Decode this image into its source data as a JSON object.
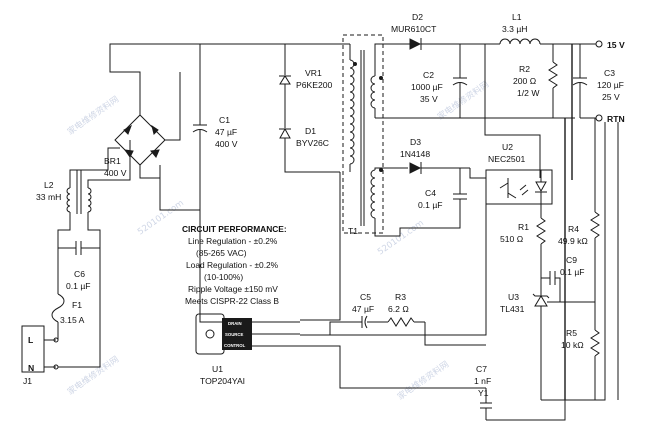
{
  "labels": {
    "d2_ref": "D2",
    "d2_val": "MUR610CT",
    "l1_ref": "L1",
    "l1_val": "3.3 µH",
    "out_15v": "15 V",
    "out_rtn": "RTN",
    "vr1_ref": "VR1",
    "vr1_val": "P6KE200",
    "d1_ref": "D1",
    "d1_val": "BYV26C",
    "c1_ref": "C1",
    "c1_val1": "47 µF",
    "c1_val2": "400 V",
    "c2_ref": "C2",
    "c2_val1": "1000 µF",
    "c2_val2": "35 V",
    "r2_ref": "R2",
    "r2_val1": "200 Ω",
    "r2_val2": "1/2 W",
    "c3_ref": "C3",
    "c3_val1": "120 µF",
    "c3_val2": "25 V",
    "br1_ref": "BR1",
    "br1_val": "400 V",
    "l2_ref": "L2",
    "l2_val": "33 mH",
    "d3_ref": "D3",
    "d3_val": "1N4148",
    "u2_ref": "U2",
    "u2_val": "NEC2501",
    "c4_ref": "C4",
    "c4_val": "0.1 µF",
    "t1_ref": "T1",
    "r1_ref": "R1",
    "r1_val": "510 Ω",
    "r4_ref": "R4",
    "r4_val": "49.9 kΩ",
    "c9_ref": "C9",
    "c9_val": "0.1 µF",
    "c6_ref": "C6",
    "c6_val": "0.1 µF",
    "f1_ref": "F1",
    "f1_val": "3.15 A",
    "c5_ref": "C5",
    "c5_val": "47 µF",
    "r3_ref": "R3",
    "r3_val": "6.2 Ω",
    "u3_ref": "U3",
    "u3_val": "TL431",
    "r5_ref": "R5",
    "r5_val": "10 kΩ",
    "u1_ref": "U1",
    "u1_val": "TOP204YAI",
    "c7_ref": "C7",
    "c7_val1": "1 nF",
    "c7_val2": "Y1",
    "j1_ref": "J1",
    "pin_l": "L",
    "pin_n": "N",
    "ic_drain": "DRAIN",
    "ic_source": "SOURCE",
    "ic_control": "CONTROL"
  },
  "performance": {
    "title": "CIRCUIT PERFORMANCE:",
    "lines": [
      "Line Regulation - ±0.2%",
      "(85-265 VAC)",
      "Load Regulation - ±0.2%",
      "(10-100%)",
      "Ripple Voltage ±150 mV",
      "Meets CISPR-22 Class B"
    ]
  },
  "watermark": {
    "cn_text": "家电维修资料网",
    "url_text": "520101.com"
  }
}
